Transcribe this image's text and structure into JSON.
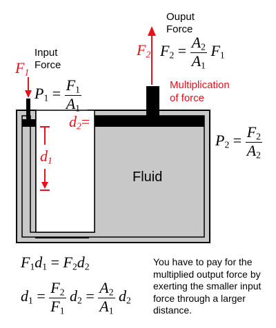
{
  "output_force": {
    "line1": "Ouput",
    "line2": "Force"
  },
  "input_force": {
    "line1": "Input",
    "line2": "Force"
  },
  "multiplication": {
    "line1": "Multiplication",
    "line2": "of force"
  },
  "fluid_label": "Fluid",
  "symbols": {
    "F": "F",
    "P": "P",
    "A": "A",
    "d": "d",
    "sub1": "1",
    "sub2": "2",
    "equals": "=",
    "equals_red": "="
  },
  "explanation": {
    "line1": "You have to pay for the",
    "line2": "multiplied output force by",
    "line3": "exerting the smaller input",
    "line4": "force through a larger",
    "line5": "distance."
  },
  "colors": {
    "fluid": "#c8c8c8",
    "vessel": "#000000",
    "piston": "#000000",
    "arrow": "#e8101a"
  }
}
